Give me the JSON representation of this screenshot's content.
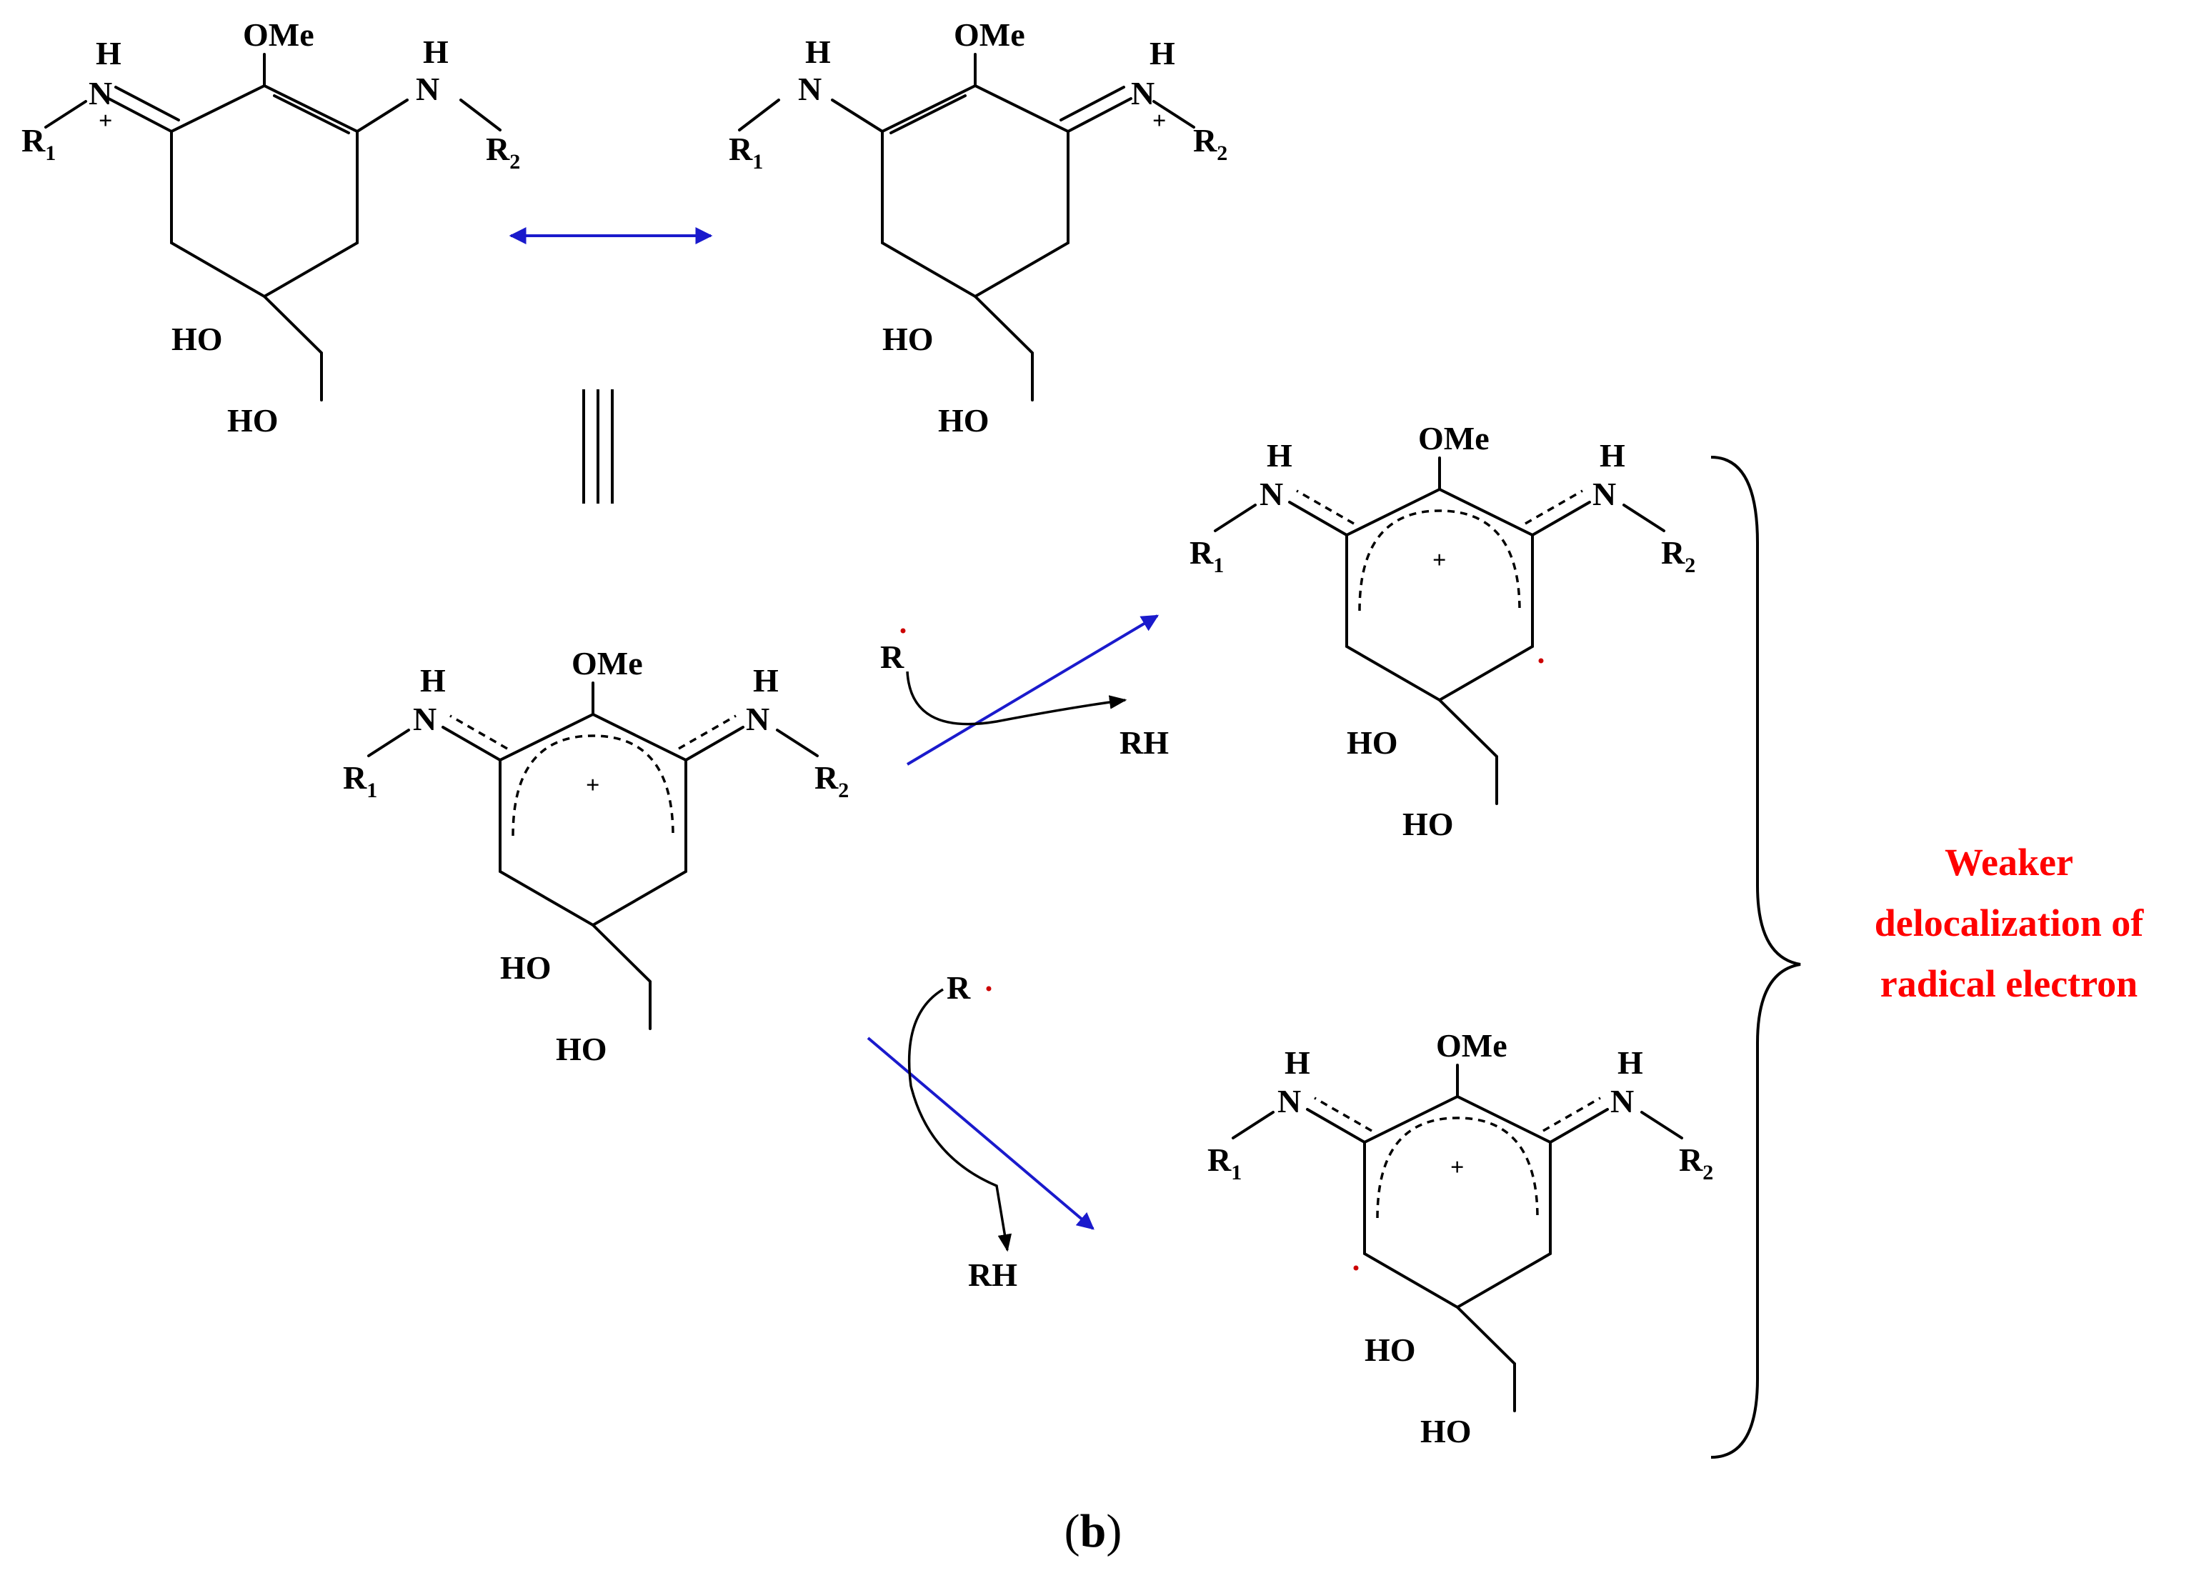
{
  "labels": {
    "ome": "OMe",
    "h": "H",
    "n": "N",
    "r": "R",
    "sub1": "1",
    "sub2": "2",
    "plus": "+",
    "ho": "HO",
    "radical_r": "R",
    "rh": "RH"
  },
  "conclusion": {
    "line1": "Weaker",
    "line2": "delocalization of",
    "line3": "radical electron"
  },
  "caption": {
    "open": "(",
    "letter": "b",
    "close": ")"
  },
  "colors": {
    "arrow": "#1a1acc",
    "text": "#000000",
    "highlight": "#ff0000",
    "radical_dot": "#cc0000"
  }
}
